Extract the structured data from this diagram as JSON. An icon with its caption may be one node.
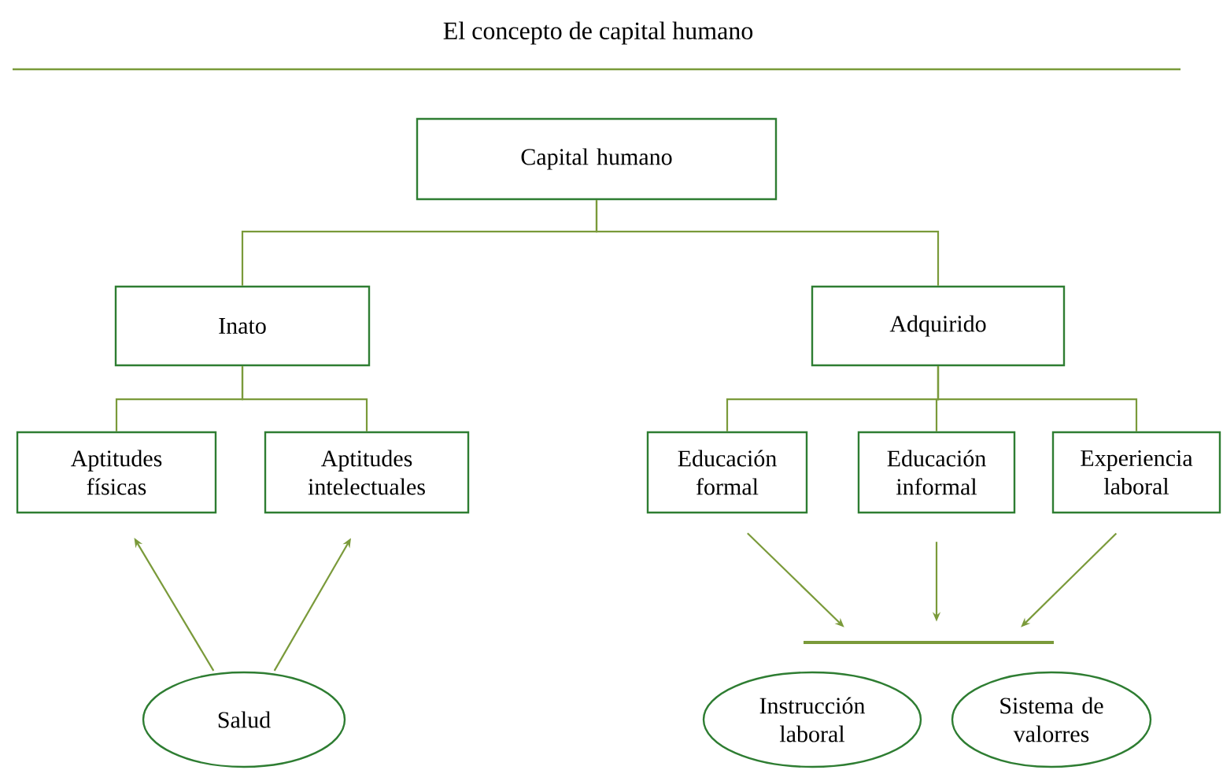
{
  "diagram": {
    "title": "El concepto de capital humano",
    "nodes": [
      {
        "text": [
          "Capital humano"
        ]
      },
      {
        "text": [
          "Inato"
        ]
      },
      {
        "text": [
          "Adquirido"
        ]
      },
      {
        "text": [
          "Aptitudes físicas"
        ]
      },
      {
        "text": [
          "Aptitudes intelectuales"
        ]
      },
      {
        "text": [
          "Educación formal"
        ]
      },
      {
        "text": [
          "Educación informal"
        ]
      },
      {
        "text": [
          "Experiencia laboral"
        ]
      },
      {
        "text": [],
        "shape": "bar"
      },
      {
        "text": [
          "Salud"
        ]
      },
      {
        "text": [
          "Instrucción laboral"
        ]
      },
      {
        "text": [
          "Sistema de valorres"
        ]
      }
    ],
    "edges": [
      {
        "from": 0,
        "to": 1,
        "arrow": "none"
      },
      {
        "from": 0,
        "to": 2,
        "arrow": "none"
      },
      {
        "from": 1,
        "to": 3,
        "arrow": "none"
      },
      {
        "from": 1,
        "to": 4,
        "arrow": "none"
      },
      {
        "from": 2,
        "to": 5,
        "arrow": "none"
      },
      {
        "from": 2,
        "to": 6,
        "arrow": "none"
      },
      {
        "from": 2,
        "to": 7,
        "arrow": "none"
      },
      {
        "from": 9,
        "to": 3,
        "arrow": "to"
      },
      {
        "from": 9,
        "to": 4,
        "arrow": "to"
      },
      {
        "from": 5,
        "to": 8,
        "arrow": "to"
      },
      {
        "from": 6,
        "to": 8,
        "arrow": "to"
      },
      {
        "from": 7,
        "to": 8,
        "arrow": "to"
      }
    ]
  }
}
